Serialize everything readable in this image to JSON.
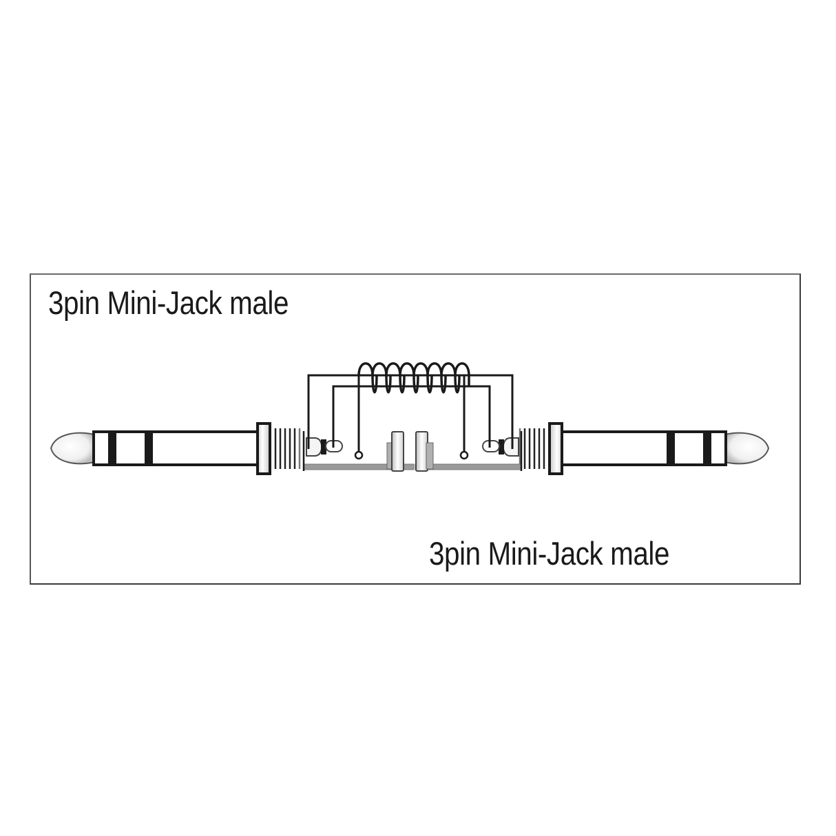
{
  "diagram": {
    "type": "cable-wiring-diagram",
    "connectors": [
      {
        "id": "left",
        "label": "3pin Mini-Jack male",
        "position": "top-left"
      },
      {
        "id": "right",
        "label": "3pin Mini-Jack male",
        "position": "bottom-right"
      }
    ],
    "cable": {
      "style": "coiled",
      "coil_turns": 8
    },
    "colors": {
      "line": "#1a1a1a",
      "frame": "#3a3a3a",
      "background": "#ffffff",
      "shade": "#9a9a9a"
    }
  }
}
